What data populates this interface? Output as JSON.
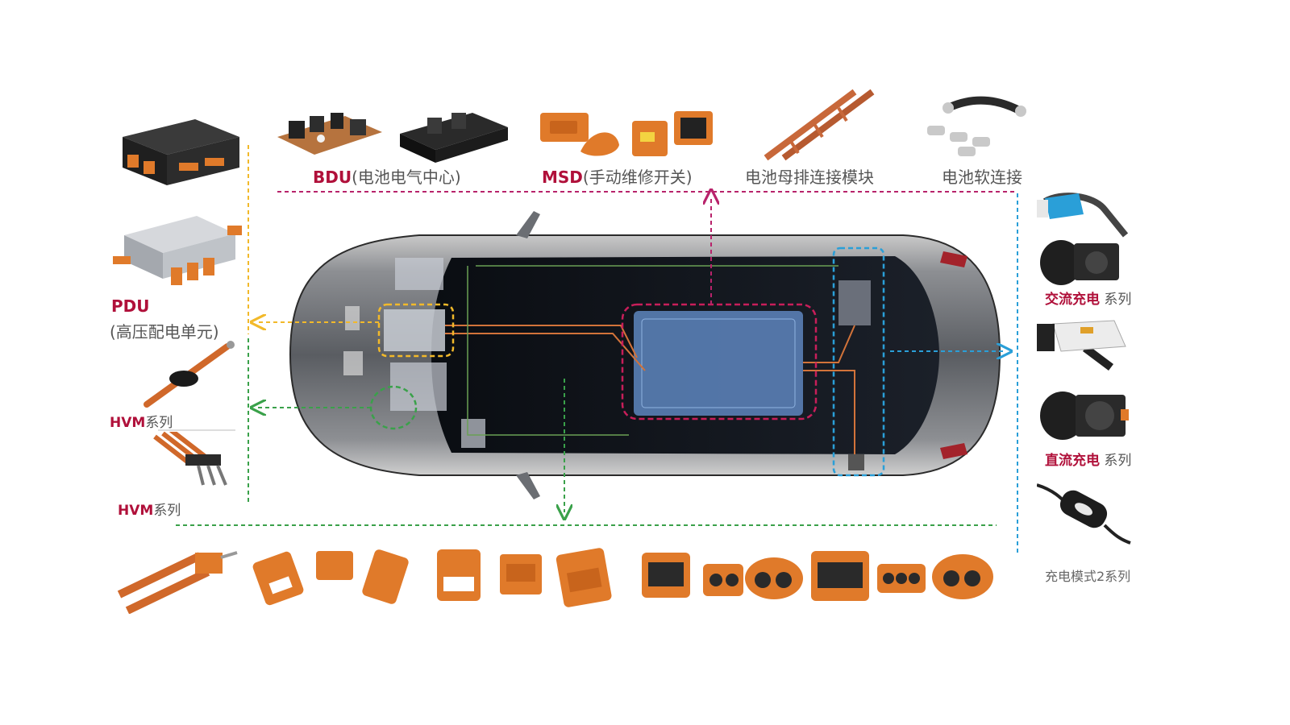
{
  "colors": {
    "brand_red": "#b0103a",
    "orange": "#e0782a",
    "gray": "#666666",
    "yellow_line": "#f2b92a",
    "green_line": "#3aa14a",
    "magenta_line": "#b8236b",
    "blue_line": "#2a9fd8"
  },
  "labels": {
    "bdu_brand": "BDU",
    "bdu_desc": "(电池电气中心)",
    "msd_brand": "MSD",
    "msd_desc": "(手动维修开关)",
    "busbar": "电池母排连接模块",
    "soft": "电池软连接",
    "pdu_brand": "PDU",
    "pdu_desc": "(高压配电单元)",
    "hvm1_brand": "HVM",
    "hvm1_suffix": "系列",
    "hvm2_brand": "HVM",
    "hvm2_suffix": "系列",
    "ac_brand": "交流充电",
    "ac_suffix": " 系列",
    "dc_brand": "直流充电",
    "dc_suffix": " 系列",
    "mode2": "充电模式2系列"
  },
  "icons": {
    "pdu_black": "pdu-black-box-icon",
    "pdu_silver": "pdu-silver-box-icon",
    "hvm_cable": "hvm-cable-connector-icon",
    "hvm_pins": "hvm-pin-connector-icon",
    "bdu_board": "bdu-circuit-board-icon",
    "bdu_box": "bdu-black-module-icon",
    "msd": "msd-switch-icon",
    "busbar": "copper-busbar-icon",
    "soft": "soft-connector-icon",
    "ac_gun": "ac-charging-gun-icon",
    "ac_socket": "ac-charging-socket-icon",
    "dc_gun": "dc-charging-gun-icon",
    "dc_socket": "dc-charging-socket-icon",
    "mode2": "mode2-charging-box-icon",
    "car": "electric-car-topview-icon"
  }
}
